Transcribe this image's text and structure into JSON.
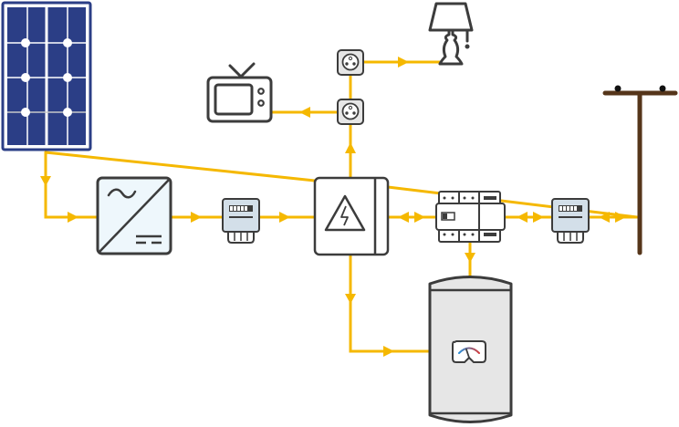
{
  "diagram": {
    "type": "solar-pv-system-schematic",
    "colors": {
      "wire": "#F5B800",
      "outline": "#3C3C3C",
      "panel_fill": "#2B3E86",
      "panel_frame": "#2B3E86",
      "inverter_fill": "#EEF7FC",
      "meter_fill": "#D3DFE9",
      "tank_fill": "#E6E6E6",
      "pole": "#55351A",
      "background": "#FFFFFF"
    },
    "nodes": [
      {
        "id": "solar-panel",
        "icon": "solar-panel-icon"
      },
      {
        "id": "inverter",
        "icon": "inverter-icon"
      },
      {
        "id": "production-meter",
        "icon": "electric-meter-icon"
      },
      {
        "id": "distribution-board",
        "icon": "electrical-panel-icon"
      },
      {
        "id": "circuit-breaker",
        "icon": "circuit-breaker-icon"
      },
      {
        "id": "grid-meter",
        "icon": "electric-meter-icon"
      },
      {
        "id": "utility-pole",
        "icon": "utility-pole-icon"
      },
      {
        "id": "socket-lamp",
        "icon": "power-socket-icon"
      },
      {
        "id": "socket-tv",
        "icon": "power-socket-icon"
      },
      {
        "id": "lamp",
        "icon": "lamp-icon"
      },
      {
        "id": "television",
        "icon": "tv-icon"
      },
      {
        "id": "water-heater",
        "icon": "water-heater-icon"
      }
    ],
    "edges": [
      {
        "from": "solar-panel",
        "to": "inverter",
        "direction": "forward"
      },
      {
        "from": "inverter",
        "to": "production-meter",
        "direction": "forward"
      },
      {
        "from": "production-meter",
        "to": "distribution-board",
        "direction": "forward"
      },
      {
        "from": "distribution-board",
        "to": "circuit-breaker",
        "direction": "bidirectional"
      },
      {
        "from": "circuit-breaker",
        "to": "grid-meter",
        "direction": "bidirectional"
      },
      {
        "from": "grid-meter",
        "to": "utility-pole",
        "direction": "bidirectional"
      },
      {
        "from": "distribution-board",
        "to": "socket-tv",
        "direction": "forward"
      },
      {
        "from": "socket-tv",
        "to": "socket-lamp",
        "direction": "none"
      },
      {
        "from": "socket-tv",
        "to": "television",
        "direction": "forward"
      },
      {
        "from": "socket-lamp",
        "to": "lamp",
        "direction": "forward"
      },
      {
        "from": "distribution-board",
        "to": "water-heater",
        "direction": "forward"
      },
      {
        "from": "circuit-breaker",
        "to": "water-heater",
        "direction": "forward"
      },
      {
        "from": "solar-panel",
        "to": "distribution-board",
        "direction": "none"
      },
      {
        "from": "distribution-board",
        "to": "utility-pole",
        "direction": "none"
      }
    ]
  }
}
